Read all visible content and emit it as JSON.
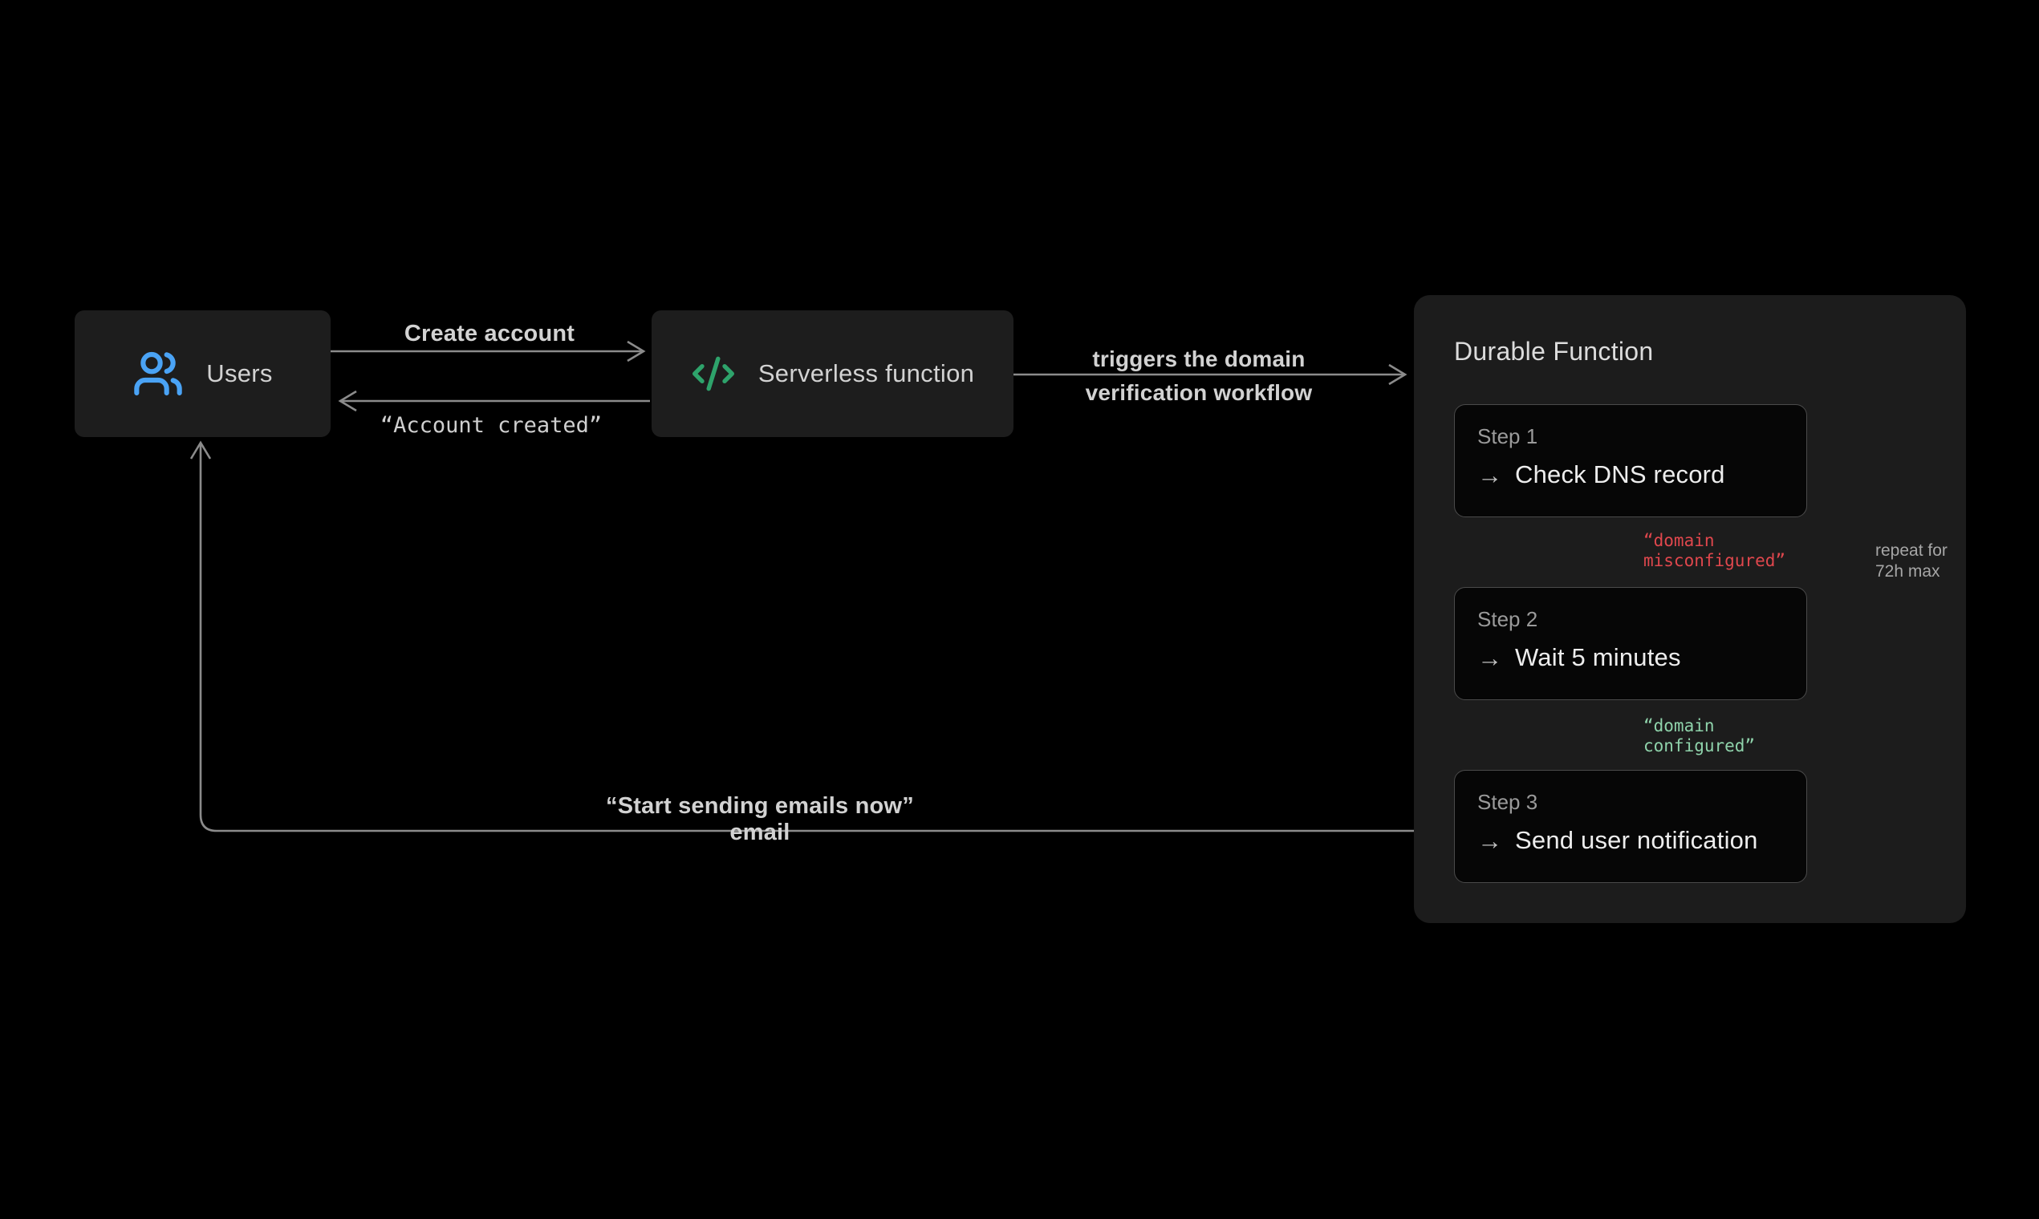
{
  "colors": {
    "background": "#000000",
    "node_fill": "#1d1d1d",
    "panel_fill": "#1c1c1c",
    "step_fill": "#060606",
    "step_border": "#4a4a4a",
    "line": "#8b8b8b",
    "label": "#d2d2d2",
    "text_primary": "#ededed",
    "text_secondary": "#9a9a9a",
    "users_icon": "#4aa3f5",
    "code_icon": "#2ea36b",
    "error_text": "#e0474d",
    "success_text": "#8fd3ab"
  },
  "nodes": {
    "users": {
      "label": "Users",
      "icon": "users-icon"
    },
    "serverless": {
      "label": "Serverless function",
      "icon": "code-icon"
    }
  },
  "edges": {
    "create_account": {
      "label": "Create account"
    },
    "account_created": {
      "label": "“Account created”"
    },
    "triggers": {
      "label_line1": "triggers the domain",
      "label_line2": "verification workflow"
    },
    "start_sending": {
      "label": "“Start sending emails now” email"
    }
  },
  "durable_function": {
    "title": "Durable Function",
    "arrow_glyph": "→",
    "steps": [
      {
        "label": "Step 1",
        "action": "Check DNS record"
      },
      {
        "label": "Step 2",
        "action": "Wait 5 minutes"
      },
      {
        "label": "Step 3",
        "action": "Send user notification"
      }
    ],
    "annotations": {
      "misconfigured_line1": "“domain",
      "misconfigured_line2": "misconfigured”",
      "configured_line1": "“domain",
      "configured_line2": "configured”",
      "repeat_line1": "repeat for",
      "repeat_line2": "72h max"
    }
  }
}
